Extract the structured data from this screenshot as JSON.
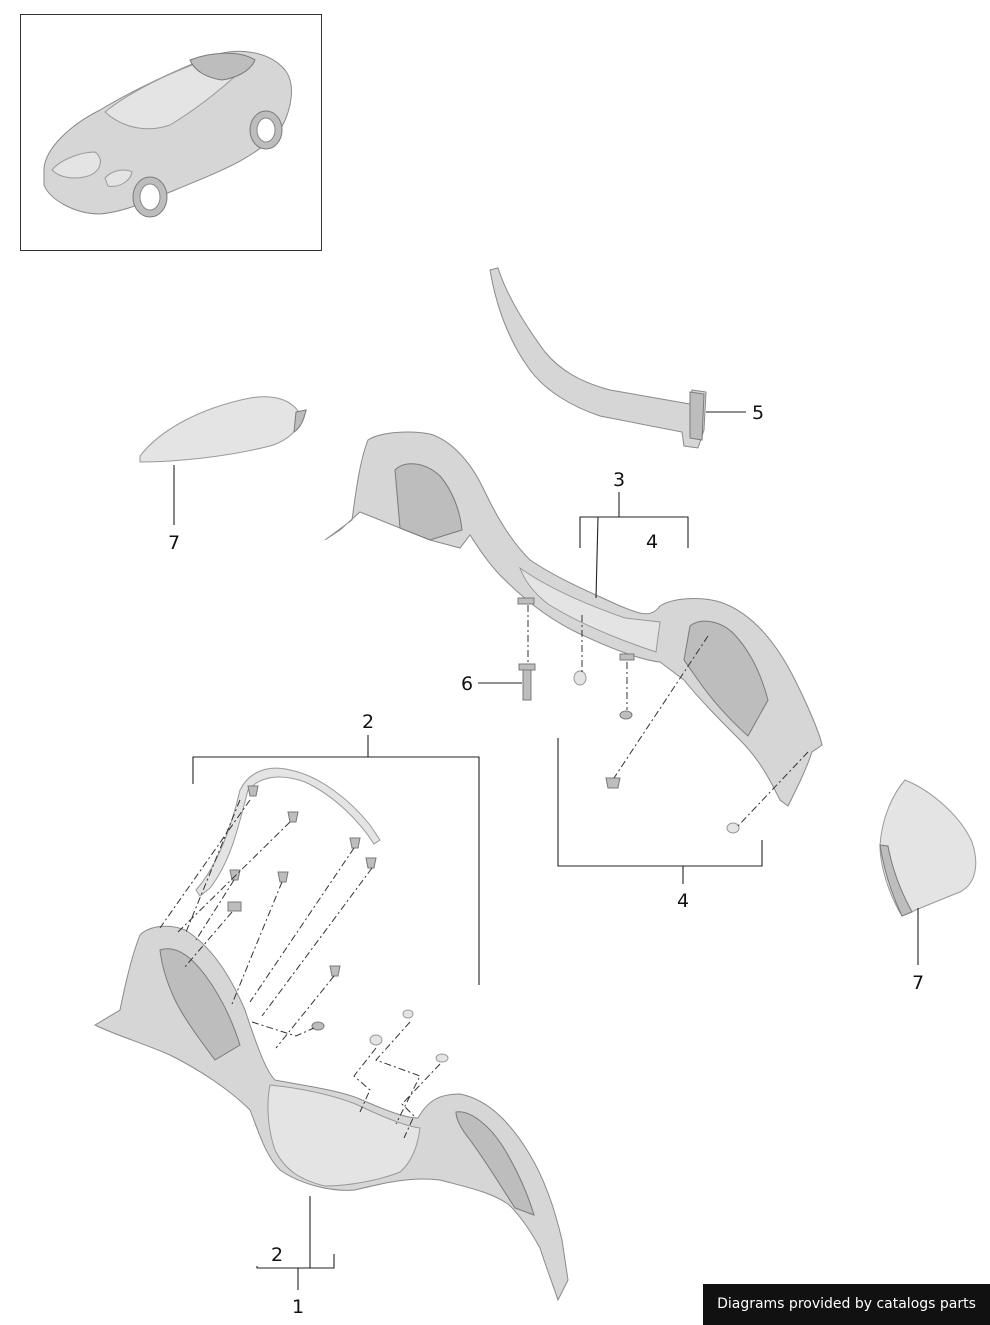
{
  "callouts": {
    "c1": "1",
    "c2_top": "2",
    "c2_bottom": "2",
    "c3": "3",
    "c4_upper": "4",
    "c4_lower": "4",
    "c5": "5",
    "c6": "6",
    "c7_left": "7",
    "c7_right": "7"
  },
  "footer": {
    "credit": "Diagrams provided by catalogs parts"
  },
  "colors": {
    "part_fill": "#d6d6d6",
    "part_shade": "#bdbdbd",
    "line": "#222222",
    "credit_bg": "#111111"
  }
}
